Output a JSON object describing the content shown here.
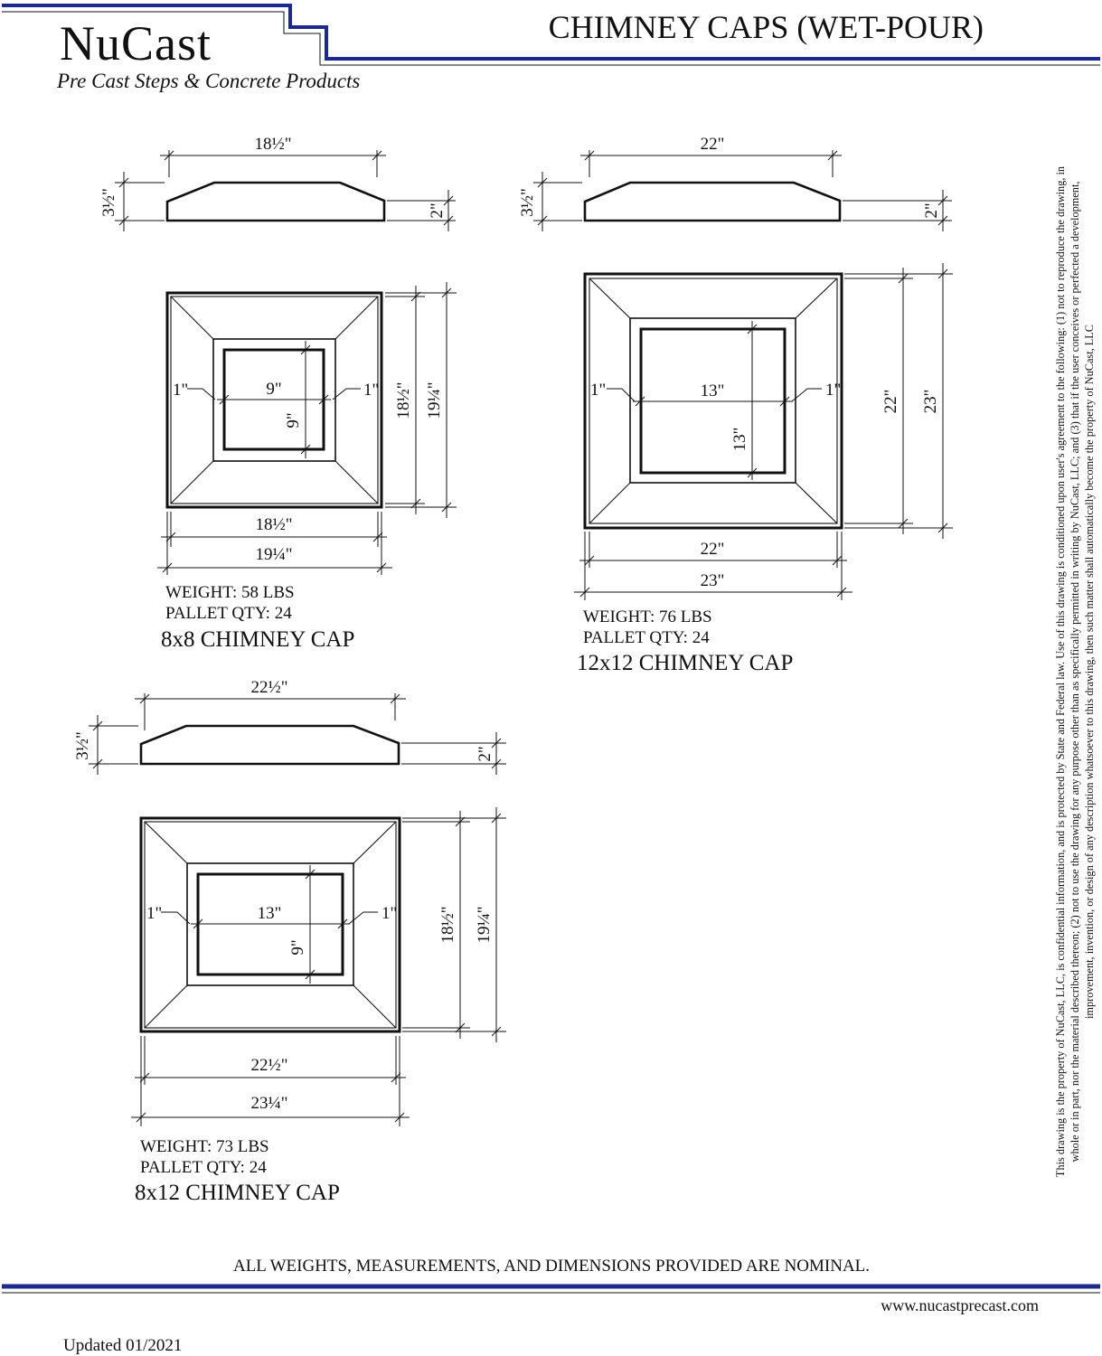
{
  "header": {
    "logo": "NuCast",
    "tagline": "Pre Cast Steps & Concrete Products",
    "title": "CHIMNEY CAPS (WET-POUR)"
  },
  "colors": {
    "brand_blue": "#1c2a8c",
    "line": "#111111"
  },
  "caps": [
    {
      "id": "8x8",
      "name": "8x8 CHIMNEY CAP",
      "weight": "WEIGHT: 58 LBS",
      "pallet": "PALLET QTY: 24",
      "dims": {
        "top_width": "18½\"",
        "height": "3½\"",
        "edge": "2\"",
        "inner_w": "9\"",
        "inner_h": "9\"",
        "wall_l": "1\"",
        "wall_r": "1\"",
        "top_depth": "18½\"",
        "base_depth": "19¼\"",
        "top_width_plan": "18½\"",
        "base_width_plan": "19¼\""
      }
    },
    {
      "id": "12x12",
      "name": "12x12 CHIMNEY CAP",
      "weight": "WEIGHT: 76 LBS",
      "pallet": "PALLET QTY: 24",
      "dims": {
        "top_width": "22\"",
        "height": "3½\"",
        "edge": "2\"",
        "inner_w": "13\"",
        "inner_h": "13\"",
        "wall_l": "1\"",
        "wall_r": "1\"",
        "top_depth": "22\"",
        "base_depth": "23\"",
        "top_width_plan": "22\"",
        "base_width_plan": "23\""
      }
    },
    {
      "id": "8x12",
      "name": "8x12 CHIMNEY CAP",
      "weight": "WEIGHT: 73 LBS",
      "pallet": "PALLET QTY: 24",
      "dims": {
        "top_width": "22½\"",
        "height": "3½\"",
        "edge": "2\"",
        "inner_w": "13\"",
        "inner_h": "9\"",
        "wall_l": "1\"",
        "wall_r": "1\"",
        "top_depth": "18½\"",
        "base_depth": "19¼\"",
        "top_width_plan": "22½\"",
        "base_width_plan": "23¼\""
      }
    }
  ],
  "disclaimer": {
    "line1": "This drawing is the property of NuCast, LLC, is confidential information, and is protected by State and Federal law.  Use of this drawing is conditioned upon user's agreement to the following: (1) not to reproduce the drawing, in",
    "line2": "whole or in part, nor the material described thereon; (2) not to use the drawing for any purpose other than as specifically permitted in writing by NuCast, LLC; and (3) that if the user conceives or perfected a development,",
    "line3": "improvement, invention, or design of any description whatsoever to this drawing, then such matter shall automatically become the property of NuCast, LLC"
  },
  "footer": {
    "note": "ALL WEIGHTS, MEASUREMENTS, AND DIMENSIONS PROVIDED ARE NOMINAL.",
    "website": "www.nucastprecast.com",
    "updated": "Updated 01/2021"
  }
}
